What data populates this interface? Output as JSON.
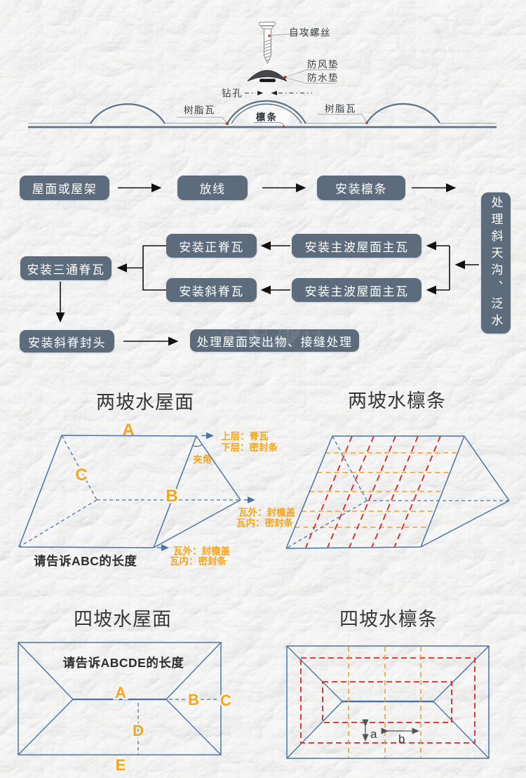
{
  "colors": {
    "background": "#f4f4f2",
    "flow_box_fill": "#5d6c7d",
    "flow_box_text": "#ffffff",
    "flow_arrow": "#111111",
    "roof_outline_blue": "#4b74a4",
    "tile_profile_blue": "#5a7389",
    "orange_accent": "#f7a41d",
    "red_dashed": "#e82020",
    "dark_text": "#333333",
    "leader_line": "#aaaaaa",
    "red_dot": "#a8402c"
  },
  "cross_section": {
    "screw_label": "自攻螺丝",
    "wind_pad_label": "防风垫",
    "water_pad_label": "防水垫",
    "drill_hole_label": "钻孔",
    "resin_tile_left_label": "树脂瓦",
    "resin_tile_right_label": "树脂瓦",
    "purlin_label": "檩条"
  },
  "flowchart": {
    "nodes": [
      {
        "id": "roof-or-truss",
        "label": "屋面或屋架"
      },
      {
        "id": "set-out-lines",
        "label": "放线"
      },
      {
        "id": "install-purlins",
        "label": "安装檩条"
      },
      {
        "id": "treat-valley-flashing",
        "label": "处理斜天沟、泛水"
      },
      {
        "id": "install-main-ridge-tile",
        "label": "安装正脊瓦"
      },
      {
        "id": "install-main-wave-roof-tile-1",
        "label": "安装主波屋面主瓦"
      },
      {
        "id": "install-three-way-ridge-tile",
        "label": "安装三通脊瓦"
      },
      {
        "id": "install-hip-ridge-tile",
        "label": "安装斜脊瓦"
      },
      {
        "id": "install-main-wave-roof-tile-2",
        "label": "安装主波屋面主瓦"
      },
      {
        "id": "install-hip-ridge-end-cap",
        "label": "安装斜脊封头"
      },
      {
        "id": "treat-roof-protrusions-joints",
        "label": "处理屋面突出物、接缝处理"
      }
    ],
    "edges": [
      {
        "from": "屋面或屋架",
        "to": "放线"
      },
      {
        "from": "放线",
        "to": "安装檩条"
      },
      {
        "from": "安装檩条",
        "to": "处理斜天沟、泛水"
      },
      {
        "from": "处理斜天沟、泛水",
        "to": "安装主波屋面主瓦"
      },
      {
        "from": "安装主波屋面主瓦",
        "to": "安装正脊瓦"
      },
      {
        "from": "安装主波屋面主瓦",
        "to": "安装斜脊瓦"
      },
      {
        "from": "安装正脊瓦+安装斜脊瓦",
        "to": "安装三通脊瓦"
      },
      {
        "from": "安装三通脊瓦",
        "to": "安装斜脊封头"
      },
      {
        "from": "安装斜脊封头",
        "to": "处理屋面突出物、接缝处理"
      }
    ]
  },
  "gable_roof": {
    "title": "两坡水屋面",
    "label_a": "A",
    "label_b": "B",
    "label_c": "C",
    "angle_label": "夹角",
    "ridge_note_line1": "上层：脊瓦",
    "ridge_note_line2": "下层：密封条",
    "eave_note_right_line1": "瓦外：封檐盖",
    "eave_note_right_line2": "瓦内：密封条",
    "eave_note_bottom_line1": "瓦外：封檐盖",
    "eave_note_bottom_line2": "瓦内：密封条",
    "question": "请告诉ABC的长度"
  },
  "gable_purlin": {
    "title": "两坡水檩条"
  },
  "hip_roof": {
    "title": "四坡水屋面",
    "question": "请告诉ABCDE的长度",
    "label_a": "A",
    "label_b": "B",
    "label_c": "C",
    "label_d": "D",
    "label_e": "E"
  },
  "hip_purlin": {
    "title": "四坡水檩条",
    "spacing_a_label": "a",
    "spacing_b_label": "b"
  },
  "watermark": {
    "latin_text": "KUN BAOJIAN CAI",
    "cjk_text": "恒保建材"
  }
}
